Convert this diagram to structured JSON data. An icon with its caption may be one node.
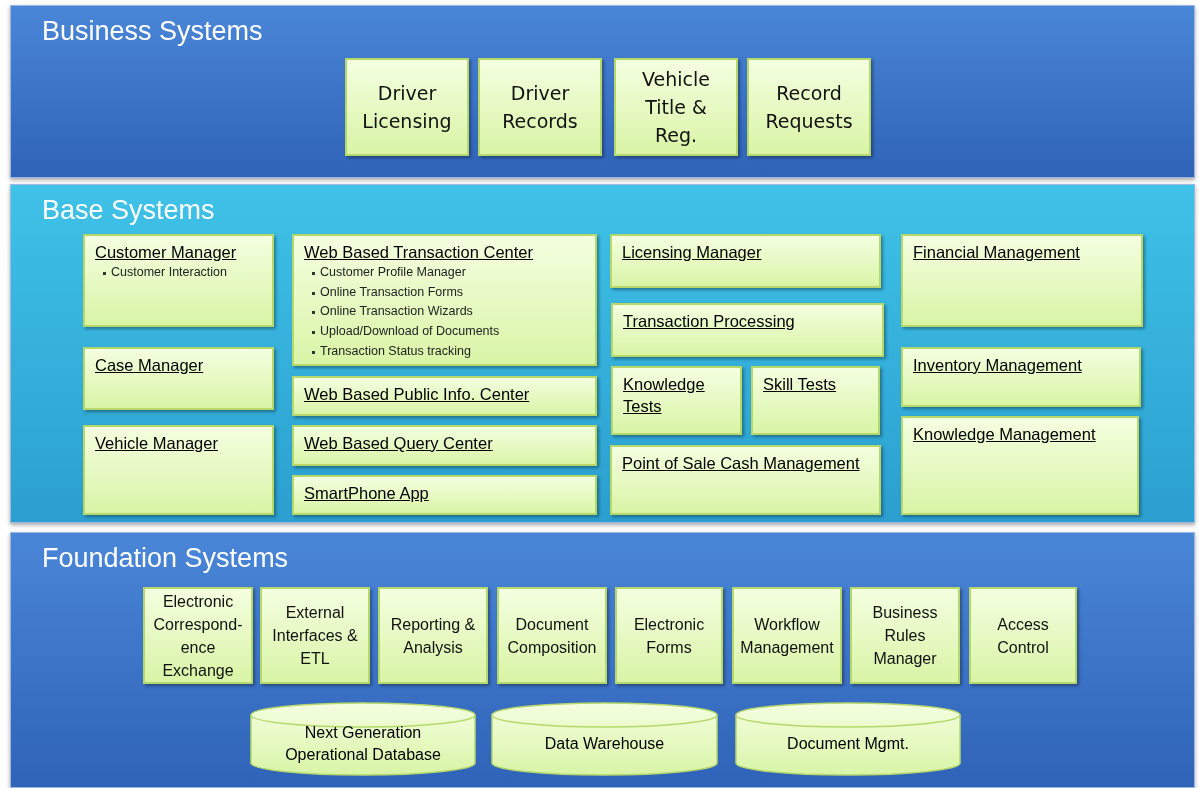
{
  "diagram": {
    "nodes": [
      {
        "text": [
          "Business Systems"
        ]
      },
      {
        "text": [
          "Driver Licensing"
        ],
        "in": 0
      },
      {
        "text": [
          "Driver Records"
        ],
        "in": 0
      },
      {
        "text": [
          "Vehicle Title & Reg."
        ],
        "in": 0
      },
      {
        "text": [
          "Record Requests"
        ],
        "in": 0
      },
      {
        "text": [
          "Base Systems"
        ]
      },
      {
        "text": [
          "Customer Manager",
          "Customer Interaction"
        ],
        "in": 5
      },
      {
        "text": [
          "Web Based Transaction Center",
          "Customer Profile Manager",
          "Online Transaction Forms",
          "Online Transaction Wizards",
          "Upload/Download of Documents",
          "Transaction Status tracking"
        ],
        "in": 5
      },
      {
        "text": [
          "Licensing Manager"
        ],
        "in": 5
      },
      {
        "text": [
          "Financial Management"
        ],
        "in": 5
      },
      {
        "text": [
          "Transaction Processing"
        ],
        "in": 5
      },
      {
        "text": [
          "Case Manager"
        ],
        "in": 5
      },
      {
        "text": [
          "Inventory Management"
        ],
        "in": 5
      },
      {
        "text": [
          "Knowledge Tests"
        ],
        "in": 5
      },
      {
        "text": [
          "Skill Tests"
        ],
        "in": 5
      },
      {
        "text": [
          "Web Based Public Info. Center"
        ],
        "in": 5
      },
      {
        "text": [
          "Knowledge Management"
        ],
        "in": 5
      },
      {
        "text": [
          "Vehicle Manager"
        ],
        "in": 5
      },
      {
        "text": [
          "Web Based Query Center"
        ],
        "in": 5
      },
      {
        "text": [
          "Point of Sale Cash Management"
        ],
        "in": 5
      },
      {
        "text": [
          "SmartPhone App"
        ],
        "in": 5
      },
      {
        "text": [
          "Foundation Systems"
        ]
      },
      {
        "text": [
          "Electronic Correspond- ence Exchange"
        ],
        "in": 21
      },
      {
        "text": [
          "External Interfaces & ETL"
        ],
        "in": 21
      },
      {
        "text": [
          "Reporting & Analysis"
        ],
        "in": 21
      },
      {
        "text": [
          "Document Composition"
        ],
        "in": 21
      },
      {
        "text": [
          "Electronic Forms"
        ],
        "in": 21
      },
      {
        "text": [
          "Workflow Management"
        ],
        "in": 21
      },
      {
        "text": [
          "Business Rules Manager"
        ],
        "in": 21
      },
      {
        "text": [
          "Access Control"
        ],
        "in": 21
      },
      {
        "text": [
          "Next Generation Operational Database"
        ],
        "in": 21
      },
      {
        "text": [
          "Data Warehouse"
        ],
        "in": 21
      },
      {
        "text": [
          "Document Mgmt."
        ],
        "in": 21
      }
    ],
    "edges": []
  }
}
